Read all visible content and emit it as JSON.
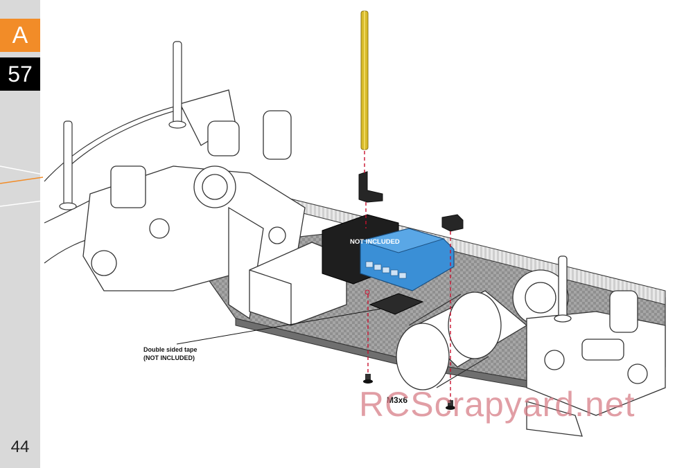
{
  "sidebar": {
    "section_letter": "A",
    "step_number": "57",
    "page_number": "44"
  },
  "callouts": {
    "not_included": "NOT INCLUDED",
    "tape_line1": "Double sided tape",
    "tape_line2": "(NOT INCLUDED)",
    "screw": "M3x6"
  },
  "watermark": "RCScrapyard.net",
  "colors": {
    "accent_orange": "#f28c28",
    "step_black": "#000000",
    "sidebar_gray": "#d9d9d9",
    "receiver_blue": "#3a8fd6",
    "antenna_yellow": "#d8bb2a",
    "guide_red": "#c8102e"
  },
  "icons": [
    "screw-icon",
    "receiver-icon",
    "antenna-tube-icon",
    "receiver-holder-icon"
  ]
}
